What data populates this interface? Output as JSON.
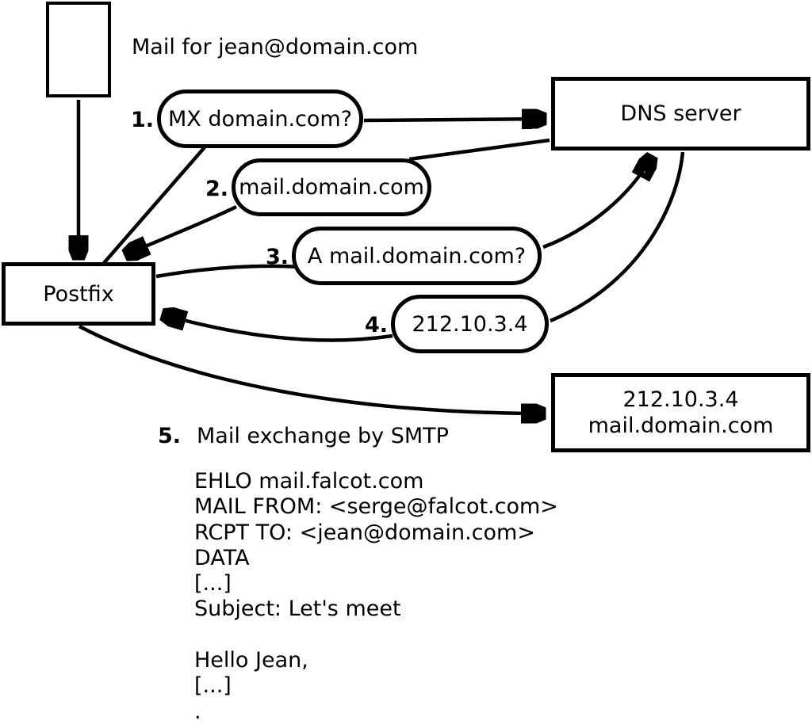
{
  "diagram": {
    "title": "Mail for jean@domain.com",
    "nodes": {
      "mail_icon": "mail-message-icon",
      "postfix": {
        "label": "Postfix"
      },
      "dns": {
        "label": "DNS server"
      },
      "destination": {
        "line1": "212.10.3.4",
        "line2": "mail.domain.com"
      }
    },
    "steps": [
      {
        "num": "1.",
        "label": "MX domain.com?"
      },
      {
        "num": "2.",
        "label": "mail.domain.com"
      },
      {
        "num": "3.",
        "label": "A mail.domain.com?"
      },
      {
        "num": "4.",
        "label": "212.10.3.4"
      },
      {
        "num": "5.",
        "label": "Mail exchange by SMTP"
      }
    ],
    "smtp_session": "EHLO mail.falcot.com\nMAIL FROM: <serge@falcot.com>\nRCPT TO: <jean@domain.com>\nDATA\n[...]\nSubject: Let's meet\n\nHello Jean,\n[...]\n.",
    "colors": {
      "stroke": "#000000",
      "background": "#ffffff"
    }
  }
}
